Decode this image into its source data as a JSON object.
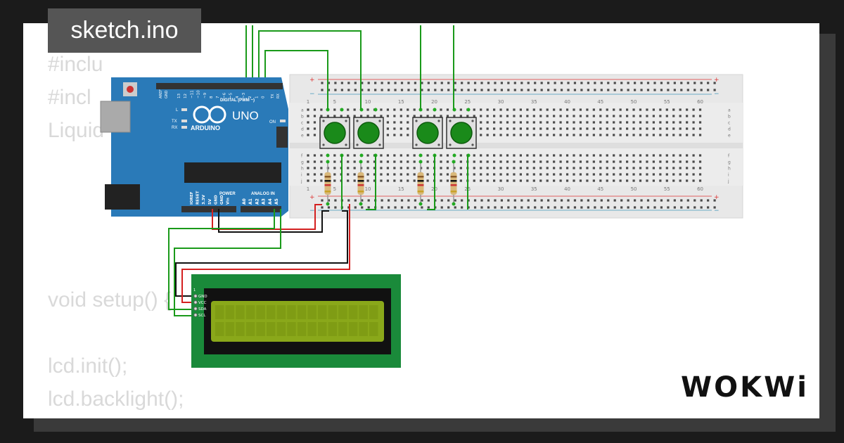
{
  "tab": {
    "filename": "sketch.ino"
  },
  "code_lines": [
    {
      "text": "#inclu"
    },
    {
      "text": "#incl"
    },
    {
      "text": "Liquid"
    },
    {
      "text": ""
    },
    {
      "text": ""
    },
    {
      "text": ""
    },
    {
      "text": "void setup() {"
    },
    {
      "text": ""
    },
    {
      "text": "lcd.init();"
    },
    {
      "text": "lcd.backlight();"
    }
  ],
  "arduino": {
    "model": "UNO",
    "brand": "ARDUINO",
    "digital_label": "DIGITAL (PWM ~)",
    "power_label": "POWER",
    "analog_label": "ANALOG IN",
    "on_label": "ON",
    "l_label": "L",
    "tx_label": "TX",
    "rx_label": "RX",
    "aref_label": "AREF",
    "gnd_label": "GND",
    "txpin_label": "TX",
    "rxpin_label": "RX",
    "power_pins": [
      "IOREF",
      "RESET",
      "3.3V",
      "5V",
      "GND",
      "GND",
      "Vin"
    ],
    "analog_pins": [
      "A0",
      "A1",
      "A2",
      "A3",
      "A4",
      "A5"
    ],
    "digital_pins": [
      "13",
      "12",
      "~11",
      "~10",
      "~9",
      "8",
      "7",
      "~6",
      "~5",
      "4",
      "~3",
      "2",
      "1",
      "0"
    ]
  },
  "breadboard": {
    "column_numbers": [
      "1",
      "5",
      "10",
      "15",
      "20",
      "25",
      "30",
      "35",
      "40",
      "45",
      "50",
      "55",
      "60"
    ],
    "rows_top": [
      "a",
      "b",
      "c",
      "d",
      "e"
    ],
    "rows_bottom": [
      "f",
      "g",
      "h",
      "i",
      "j"
    ],
    "plus_sign": "+",
    "minus_sign": "−"
  },
  "lcd": {
    "pins": [
      "GND",
      "VCC",
      "SDA",
      "SCL"
    ],
    "pin_number": "1"
  },
  "brand_logo": "WOKWi",
  "colors": {
    "background": "#1b1b1b",
    "page": "#ffffff",
    "code_text": "#d9d9d9",
    "tab_bg": "#555555",
    "arduino_board": "#2a7ab8",
    "breadboard": "#e8e8e8",
    "wire_green": "#1a9a1a",
    "wire_red": "#d42020",
    "wire_black": "#111111",
    "lcd_pcb": "#1a8a3a",
    "lcd_screen": "#8aa81a",
    "button_green": "#1a8a1a"
  }
}
